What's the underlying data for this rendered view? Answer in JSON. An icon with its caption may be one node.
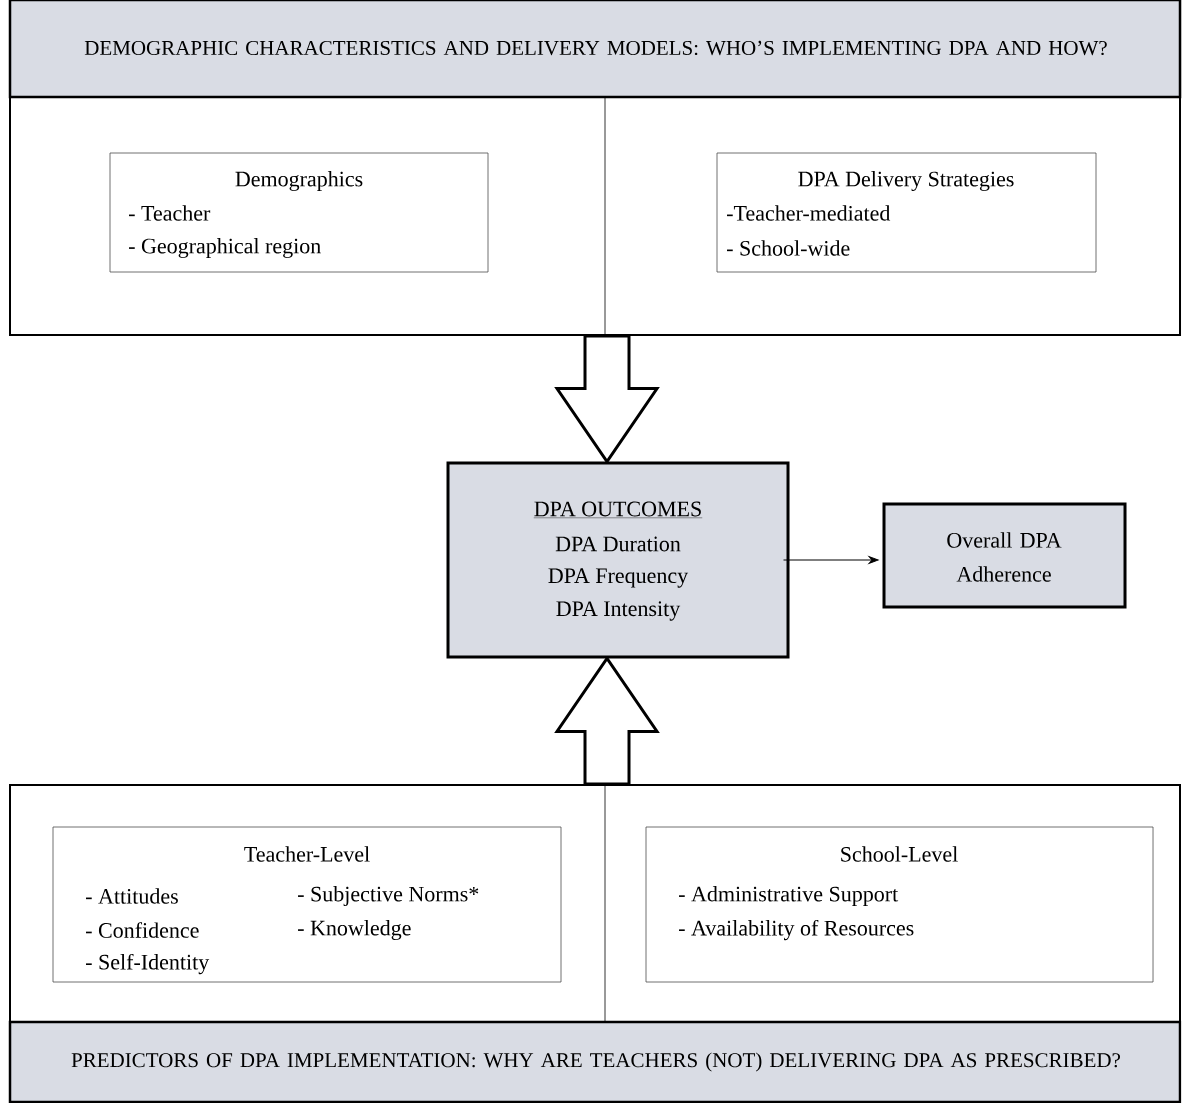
{
  "diagram": {
    "nodes": [
      {
        "text": [
          "DEMOGRAPHIC CHARACTERISTICS AND DELIVERY MODELS: WHO’S IMPLEMENTING DPA AND HOW?"
        ]
      },
      {
        "text": [
          "Demographics",
          "- Teacher",
          "- Geographical region"
        ],
        "in": 0
      },
      {
        "text": [
          "DPA Delivery Strategies",
          "-Teacher-mediated",
          "- School-wide"
        ],
        "in": 0
      },
      {
        "text": [
          "DPA OUTCOMES",
          "DPA Duration",
          "DPA Frequency",
          "DPA Intensity"
        ]
      },
      {
        "text": [
          "Overall DPA Adherence"
        ]
      },
      {
        "text": [
          "PREDICTORS OF DPA IMPLEMENTATION: WHY ARE TEACHERS (NOT) DELIVERING DPA AS PRESCRIBED?"
        ]
      },
      {
        "text": [
          "Teacher-Level",
          "- Attitudes",
          "- Confidence",
          "- Self-Identity",
          "- Subjective Norms*",
          "- Knowledge"
        ],
        "in": 5
      },
      {
        "text": [
          "School-Level",
          "- Administrative Support",
          "- Availability of Resources"
        ],
        "in": 5
      }
    ],
    "edges": [
      {
        "from": 0,
        "to": 3,
        "arrow": "to",
        "style": "thick"
      },
      {
        "from": 5,
        "to": 3,
        "arrow": "to",
        "style": "thick"
      },
      {
        "from": 3,
        "to": 4,
        "arrow": "to"
      }
    ]
  }
}
